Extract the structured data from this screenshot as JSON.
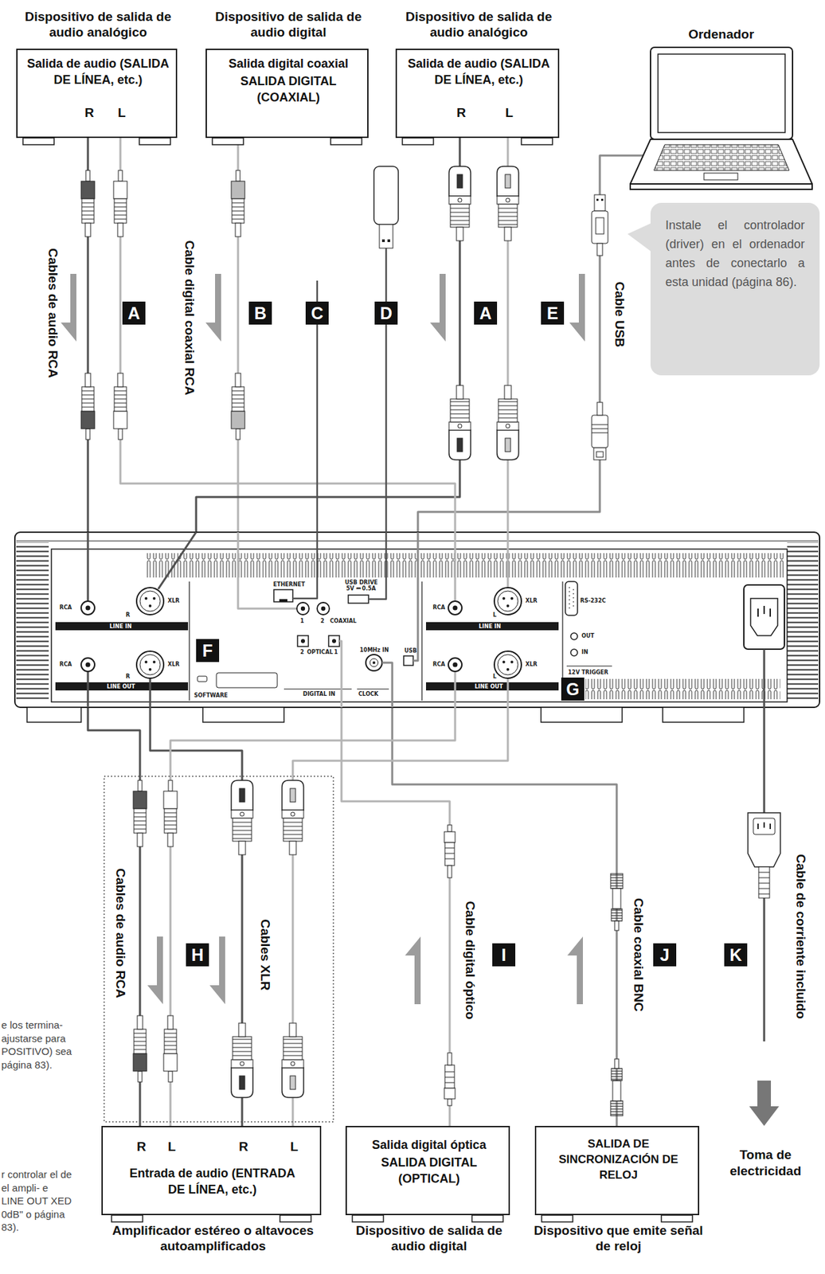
{
  "diagram": {
    "nodes": [
      {
        "text": [
          "Dispositivo de salida de audio analógico",
          "Salida de audio (SALIDA DE LÍNEA, etc.)",
          "R",
          "L"
        ]
      },
      {
        "text": [
          "Dispositivo de salida de audio digital",
          "Salida digital coaxial",
          "SALIDA DIGITAL (COAXIAL)"
        ]
      },
      {
        "text": [
          "Dispositivo de salida de audio analógico",
          "Salida de audio (SALIDA DE LÍNEA, etc.)",
          "R",
          "L"
        ]
      },
      {
        "text": [
          "Ordenador"
        ]
      },
      {
        "text": [
          "Instale el controlador (driver) en el ordenador antes de conectarlo a esta unidad (página 86)."
        ]
      },
      {
        "text": [
          "RCA",
          "R",
          "XLR",
          "LINE IN",
          "RCA",
          "R",
          "XLR",
          "LINE OUT",
          "SOFTWARE",
          "ETHERNET",
          "USB DRIVE",
          "5V ⎓ 0.5A",
          "1",
          "2",
          "COAXIAL",
          "2",
          "OPTICAL",
          "1",
          "DIGITAL IN",
          "10MHz IN",
          "CLOCK",
          "USB",
          "RCA",
          "L",
          "XLR",
          "LINE IN",
          "RCA",
          "L",
          "XLR",
          "LINE OUT",
          "RS-232C",
          "OUT",
          "IN",
          "12V TRIGGER"
        ]
      },
      {
        "text": [
          "R",
          "L",
          "R",
          "L",
          "Entrada de audio (ENTRADA DE LÍNEA, etc.)",
          "Amplificador estéreo o altavoces autoamplificados"
        ]
      },
      {
        "text": [
          "Salida digital óptica",
          "SALIDA DIGITAL (OPTICAL)",
          "Dispositivo de salida de audio digital"
        ]
      },
      {
        "text": [
          "SALIDA DE SINCRONIZACIÓN DE RELOJ",
          "Dispositivo que emite señal de reloj"
        ]
      }
    ],
    "edges": [
      {
        "from": 0,
        "to": 5,
        "arrow": "none"
      },
      {
        "from": 1,
        "to": 5,
        "arrow": "none"
      },
      {
        "from": 2,
        "to": 5,
        "arrow": "none"
      },
      {
        "from": 3,
        "to": 5,
        "arrow": "none"
      },
      {
        "from": 5,
        "to": 6,
        "arrow": "none"
      },
      {
        "from": 7,
        "to": 5,
        "arrow": "none"
      },
      {
        "from": 8,
        "to": 5,
        "arrow": "none"
      }
    ],
    "labels": [
      "A",
      "B",
      "C",
      "D",
      "A",
      "E",
      "Cables de audio RCA",
      "Cable digital coaxial RCA",
      "Cable USB",
      "F",
      "G",
      "H",
      "Cables de audio RCA",
      "Cables XLR",
      "I",
      "Cable digital óptico",
      "J",
      "Cable coaxial BNC",
      "K",
      "Cable de corriente incluido",
      "Toma de electricidad",
      "e los termina- ajustarse para POSITIVO) sea página 83).",
      "r controlar el de el ampli- e LINE OUT XED 0dB\" o página 83)."
    ]
  }
}
